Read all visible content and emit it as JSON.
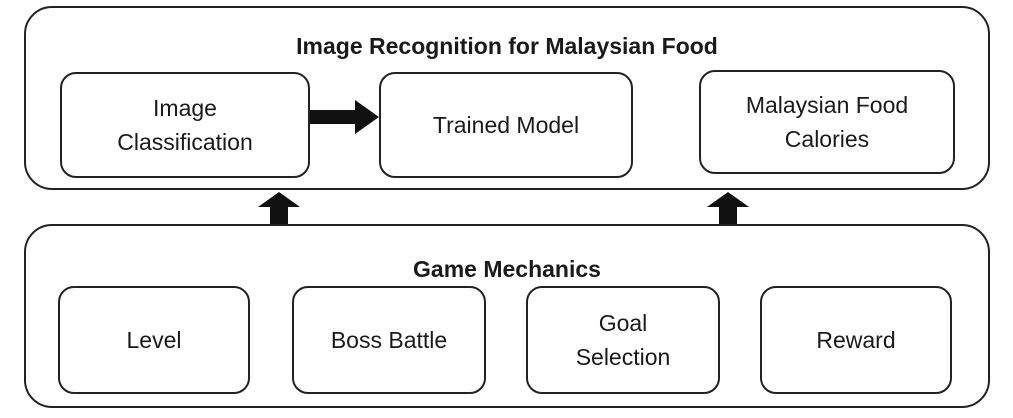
{
  "top_group": {
    "title": "Image Recognition for Malaysian Food",
    "nodes": [
      {
        "label": "Image\nClassification"
      },
      {
        "label": "Trained Model"
      },
      {
        "label": "Malaysian Food\nCalories"
      }
    ]
  },
  "bottom_group": {
    "title": "Game Mechanics",
    "nodes": [
      {
        "label": "Level"
      },
      {
        "label": "Boss Battle"
      },
      {
        "label": "Goal\nSelection"
      },
      {
        "label": "Reward"
      }
    ]
  },
  "connections": [
    {
      "from": "Image Classification",
      "to": "Trained Model",
      "style": "thick-arrow"
    },
    {
      "from": "Game Mechanics",
      "to": "Image Recognition for Malaysian Food",
      "style": "thick-arrow"
    },
    {
      "from": "Game Mechanics",
      "to": "Image Recognition for Malaysian Food",
      "style": "thick-arrow"
    }
  ],
  "colors": {
    "stroke": "#222222",
    "fill": "#ffffff",
    "text": "#1a1a1a"
  }
}
